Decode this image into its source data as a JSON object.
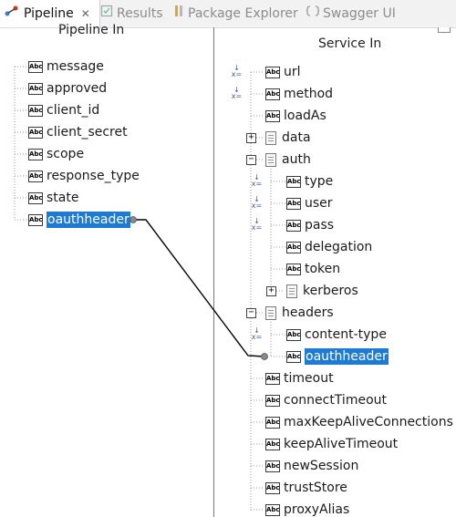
{
  "tabs": [
    {
      "label": "Pipeline",
      "icon": "pipeline-icon",
      "active": true,
      "closable": true
    },
    {
      "label": "Results",
      "icon": "results-icon",
      "active": false
    },
    {
      "label": "Package Explorer",
      "icon": "package-explorer-icon",
      "active": false
    },
    {
      "label": "Swagger UI",
      "icon": "swagger-icon",
      "active": false
    }
  ],
  "pipeline_in": {
    "title": "Pipeline In",
    "items": [
      {
        "label": "message",
        "icon": "string-icon"
      },
      {
        "label": "approved",
        "icon": "string-icon"
      },
      {
        "label": "client_id",
        "icon": "string-icon"
      },
      {
        "label": "client_secret",
        "icon": "string-icon"
      },
      {
        "label": "scope",
        "icon": "string-icon"
      },
      {
        "label": "response_type",
        "icon": "string-icon"
      },
      {
        "label": "state",
        "icon": "string-icon"
      },
      {
        "label": "oauthheader",
        "icon": "string-icon",
        "selected": true
      }
    ]
  },
  "service_in": {
    "title": "Service In",
    "items": [
      {
        "label": "url",
        "icon": "string-icon",
        "mapped": true
      },
      {
        "label": "method",
        "icon": "string-icon",
        "mapped": true
      },
      {
        "label": "loadAs",
        "icon": "string-icon"
      },
      {
        "label": "data",
        "icon": "document-icon",
        "expander": "+"
      },
      {
        "label": "auth",
        "icon": "document-icon",
        "expander": "-"
      },
      {
        "label": "type",
        "icon": "string-icon",
        "mapped": true
      },
      {
        "label": "user",
        "icon": "string-icon",
        "mapped": true
      },
      {
        "label": "pass",
        "icon": "string-icon",
        "mapped": true
      },
      {
        "label": "delegation",
        "icon": "string-icon"
      },
      {
        "label": "token",
        "icon": "string-icon"
      },
      {
        "label": "kerberos",
        "icon": "document-icon",
        "expander": "+"
      },
      {
        "label": "headers",
        "icon": "document-icon",
        "expander": "-"
      },
      {
        "label": "content-type",
        "icon": "string-icon",
        "mapped": true
      },
      {
        "label": "oauthheader",
        "icon": "string-icon",
        "selected": true
      },
      {
        "label": "timeout",
        "icon": "string-icon"
      },
      {
        "label": "connectTimeout",
        "icon": "string-icon"
      },
      {
        "label": "maxKeepAliveConnections",
        "icon": "string-icon"
      },
      {
        "label": "keepAliveTimeout",
        "icon": "string-icon"
      },
      {
        "label": "newSession",
        "icon": "string-icon"
      },
      {
        "label": "trustStore",
        "icon": "string-icon"
      },
      {
        "label": "proxyAlias",
        "icon": "string-icon"
      }
    ]
  },
  "string_icon_text": "Abc",
  "mapping": {
    "from": "oauthheader",
    "to": "headers/oauthheader"
  },
  "colors": {
    "selection": "#1e7bd4",
    "divider": "#7a7a7a",
    "map_icon": "#3a5e9a"
  }
}
